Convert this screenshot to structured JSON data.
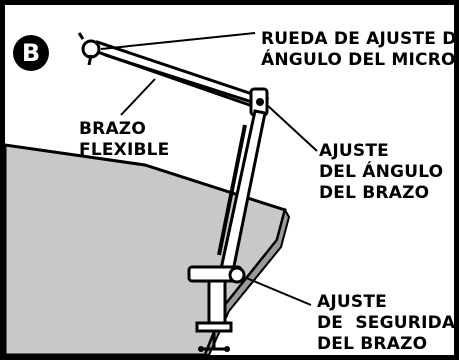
{
  "figure": {
    "badge": "B",
    "colors": {
      "table": "#c8c8c8",
      "ink": "#000000",
      "paper": "#ffffff"
    }
  },
  "labels": {
    "wheel_adjust": [
      "RUEDA DE AJUSTE DEL",
      "ÁNGULO DEL MICRO"
    ],
    "flexible_arm": [
      "BRAZO",
      "FLEXIBLE"
    ],
    "arm_angle_adjust": [
      "AJUSTE",
      "DEL ÁNGULO",
      "DEL BRAZO"
    ],
    "arm_safety_adjust": [
      "AJUSTE",
      "DE  SEGURIDAD",
      "DEL BRAZO"
    ]
  }
}
